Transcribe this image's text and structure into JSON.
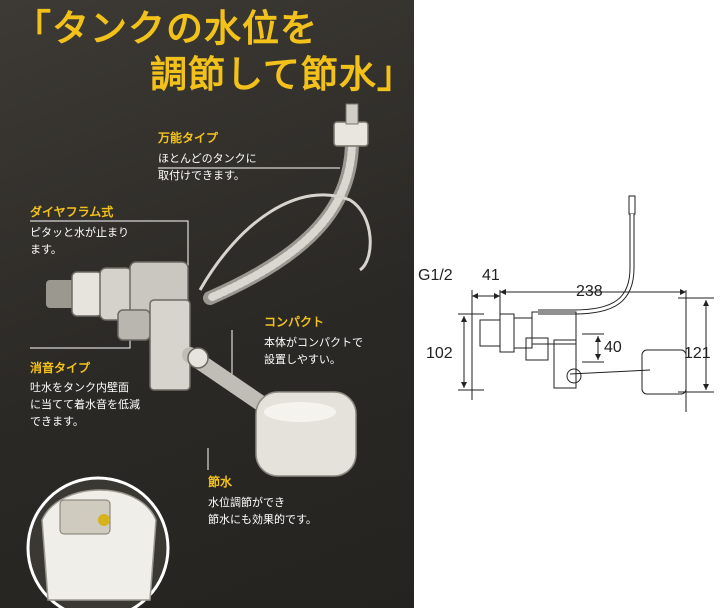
{
  "headline": {
    "line1": "「タンクの水位を",
    "line2": "調節して節水」"
  },
  "features": {
    "universal": {
      "title": "万能タイプ",
      "lines": [
        "ほとんどのタンクに",
        "取付けできます。"
      ]
    },
    "diaphragm": {
      "title": "ダイヤフラム式",
      "lines": [
        "ピタッと水が止まり",
        "ます。"
      ]
    },
    "silent": {
      "title": "消音タイプ",
      "lines": [
        "吐水をタンク内壁面",
        "に当てて着水音を低減",
        "できます。"
      ]
    },
    "compact": {
      "title": "コンパクト",
      "lines": [
        "本体がコンパクトで",
        "設置しやすい。"
      ]
    },
    "save": {
      "title": "節水",
      "lines": [
        "水位調節ができ",
        "節水にも効果的です。"
      ]
    }
  },
  "dimensions": {
    "thread": "G1/2",
    "d41": "41",
    "d238": "238",
    "d102": "102",
    "d40": "40",
    "d121": "121"
  },
  "colors": {
    "accent": "#f3c21a",
    "panel": "#2b2925",
    "text_light": "#ffffff",
    "line_dark": "#222222"
  }
}
